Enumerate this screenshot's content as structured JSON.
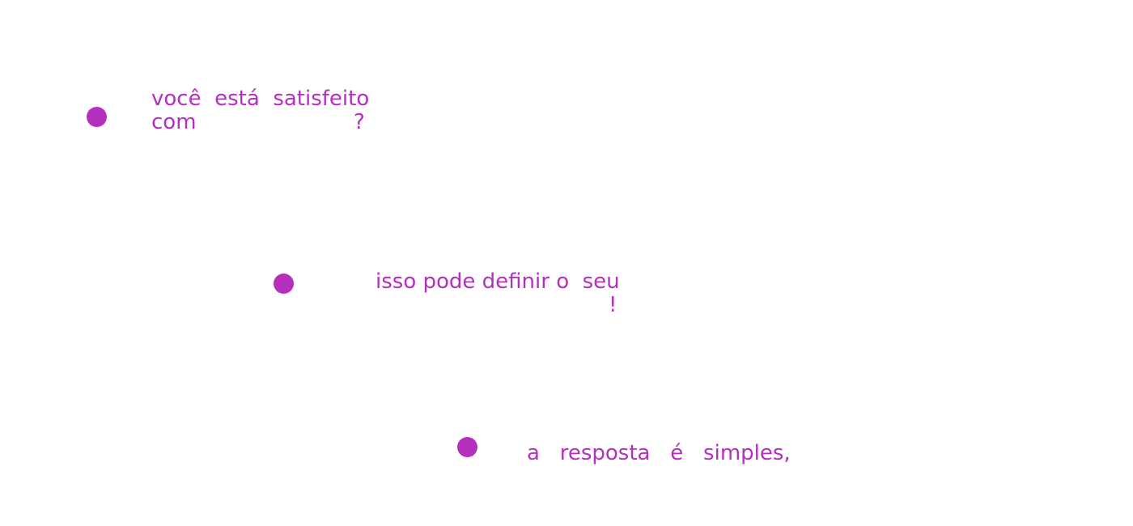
{
  "colors": {
    "accent": "#b52fbf",
    "background": "#ffffff"
  },
  "items": [
    {
      "icon": "bullet-dot-icon",
      "line1": "você  está  satisfeito",
      "line2_word": "com",
      "line2_punct": "?"
    },
    {
      "icon": "bullet-dot-icon",
      "line1": "isso pode definir o  seu",
      "line2_punct": "!"
    },
    {
      "icon": "bullet-dot-icon",
      "line1": "a   resposta   é   simples,"
    }
  ]
}
